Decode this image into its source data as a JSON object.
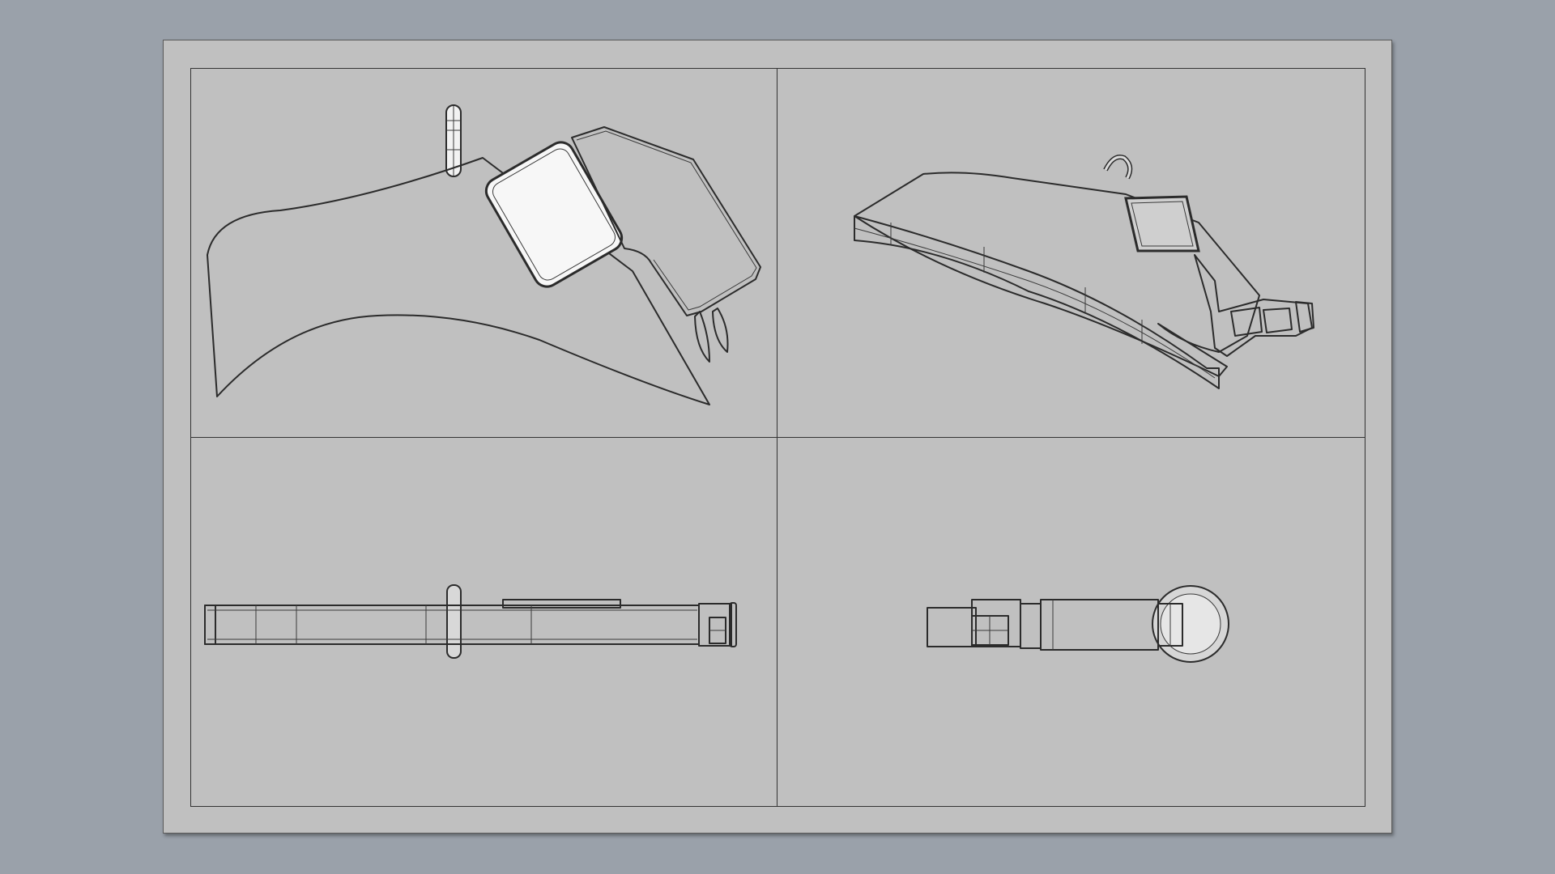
{
  "drawing": {
    "views": [
      {
        "id": "top-left",
        "kind": "front"
      },
      {
        "id": "top-right",
        "kind": "perspective"
      },
      {
        "id": "bottom-left",
        "kind": "top"
      },
      {
        "id": "bottom-right",
        "kind": "side"
      }
    ]
  },
  "colors": {
    "background": "#9aa1aa",
    "sheet": "#c0c0c0",
    "part_light": "#f7f7f7",
    "part_shaded": "#8c8c8c",
    "outline": "#2b2b2b"
  }
}
